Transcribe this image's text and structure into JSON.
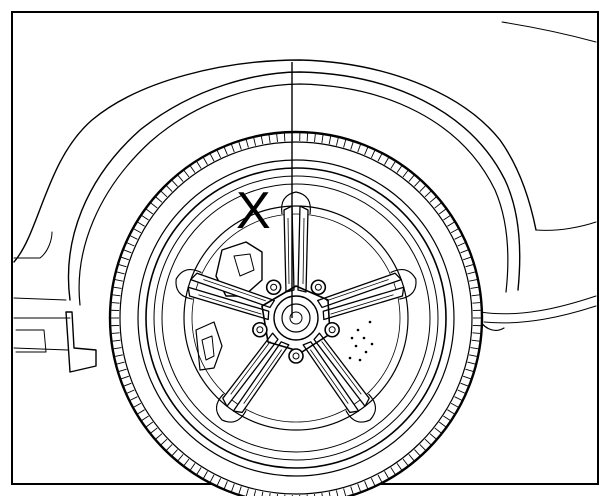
{
  "diagram": {
    "callout_label": "X",
    "colors": {
      "line": "#000000",
      "background": "#ffffff"
    },
    "parts": [
      "wheel-arch",
      "tire",
      "rim",
      "five-spoke-wheel",
      "brake-disc",
      "brake-caliper",
      "wheel-hub",
      "lug-nuts",
      "center-axis-line",
      "mud-flap"
    ]
  }
}
